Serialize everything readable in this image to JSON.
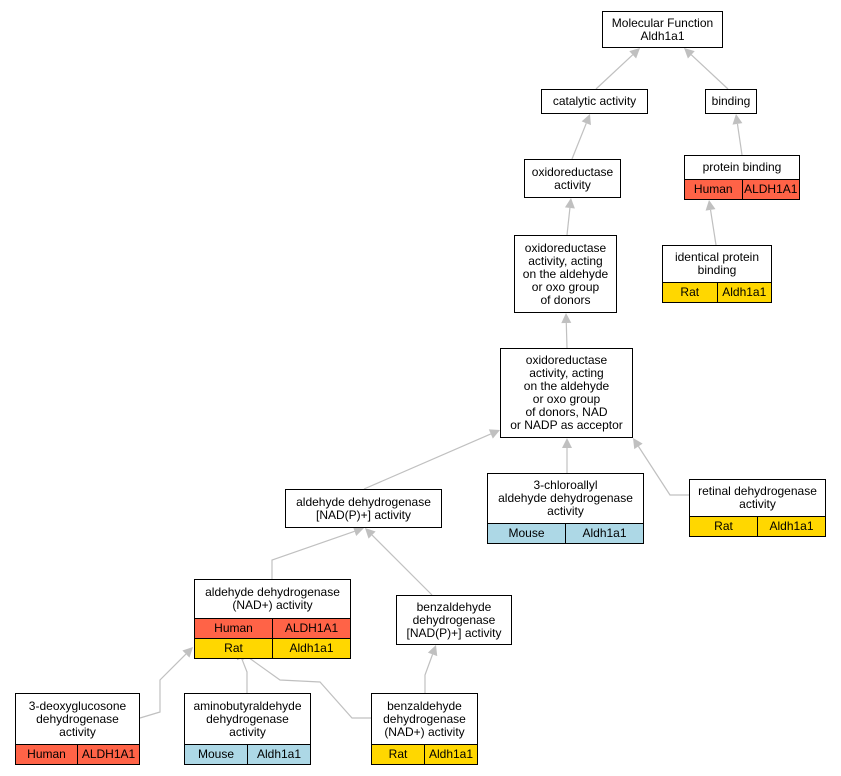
{
  "colors": {
    "Human": "#ff6347",
    "Rat": "#ffd700",
    "Mouse": "#add8e6",
    "edge": "#c0c0c0"
  },
  "nodes": [
    {
      "id": "mf",
      "title": "Molecular Function\nAldh1a1",
      "rows": []
    },
    {
      "id": "catalytic",
      "title": "catalytic activity",
      "rows": []
    },
    {
      "id": "binding",
      "title": "binding",
      "rows": []
    },
    {
      "id": "oxidoreductase",
      "title": "oxidoreductase\nactivity",
      "rows": []
    },
    {
      "id": "protein-binding",
      "title": "protein binding",
      "rows": [
        {
          "species": "Human",
          "gene": "ALDH1A1"
        }
      ]
    },
    {
      "id": "oxido-aldehyde",
      "title": "oxidoreductase\nactivity, acting\non the aldehyde\nor oxo group\nof donors",
      "rows": []
    },
    {
      "id": "identical-protein",
      "title": "identical protein\nbinding",
      "rows": [
        {
          "species": "Rat",
          "gene": "Aldh1a1"
        }
      ]
    },
    {
      "id": "oxido-nad",
      "title": "oxidoreductase\nactivity, acting\non the aldehyde\nor oxo group\nof donors, NAD\nor NADP as acceptor",
      "rows": []
    },
    {
      "id": "aldehyde-dh-nadp",
      "title": "aldehyde dehydrogenase\n[NAD(P)+] activity",
      "rows": []
    },
    {
      "id": "chloroallyl",
      "title": "3-chloroallyl\naldehyde dehydrogenase\nactivity",
      "rows": [
        {
          "species": "Mouse",
          "gene": "Aldh1a1"
        }
      ]
    },
    {
      "id": "retinal",
      "title": "retinal dehydrogenase\nactivity",
      "rows": [
        {
          "species": "Rat",
          "gene": "Aldh1a1"
        }
      ]
    },
    {
      "id": "aldehyde-dh-nad",
      "title": "aldehyde dehydrogenase\n(NAD+) activity",
      "rows": [
        {
          "species": "Human",
          "gene": "ALDH1A1"
        },
        {
          "species": "Rat",
          "gene": "Aldh1a1"
        }
      ]
    },
    {
      "id": "benzaldehyde-nadp",
      "title": "benzaldehyde\ndehydrogenase\n[NAD(P)+] activity",
      "rows": []
    },
    {
      "id": "deoxyglucosone",
      "title": "3-deoxyglucosone\ndehydrogenase\nactivity",
      "rows": [
        {
          "species": "Human",
          "gene": "ALDH1A1"
        }
      ]
    },
    {
      "id": "aminobutyraldehyde",
      "title": "aminobutyraldehyde\ndehydrogenase\nactivity",
      "rows": [
        {
          "species": "Mouse",
          "gene": "Aldh1a1"
        }
      ]
    },
    {
      "id": "benzaldehyde-nad",
      "title": "benzaldehyde\ndehydrogenase\n(NAD+) activity",
      "rows": [
        {
          "species": "Rat",
          "gene": "Aldh1a1"
        }
      ]
    }
  ],
  "edges": [
    {
      "from": "catalytic",
      "to": "mf"
    },
    {
      "from": "binding",
      "to": "mf"
    },
    {
      "from": "oxidoreductase",
      "to": "catalytic"
    },
    {
      "from": "protein-binding",
      "to": "binding"
    },
    {
      "from": "oxido-aldehyde",
      "to": "oxidoreductase"
    },
    {
      "from": "identical-protein",
      "to": "protein-binding"
    },
    {
      "from": "oxido-nad",
      "to": "oxido-aldehyde"
    },
    {
      "from": "aldehyde-dh-nadp",
      "to": "oxido-nad"
    },
    {
      "from": "chloroallyl",
      "to": "oxido-nad"
    },
    {
      "from": "retinal",
      "to": "oxido-nad"
    },
    {
      "from": "aldehyde-dh-nad",
      "to": "aldehyde-dh-nadp"
    },
    {
      "from": "benzaldehyde-nadp",
      "to": "aldehyde-dh-nadp"
    },
    {
      "from": "deoxyglucosone",
      "to": "aldehyde-dh-nad"
    },
    {
      "from": "aminobutyraldehyde",
      "to": "aldehyde-dh-nad"
    },
    {
      "from": "benzaldehyde-nad",
      "to": "aldehyde-dh-nad"
    },
    {
      "from": "benzaldehyde-nad",
      "to": "benzaldehyde-nadp"
    }
  ]
}
